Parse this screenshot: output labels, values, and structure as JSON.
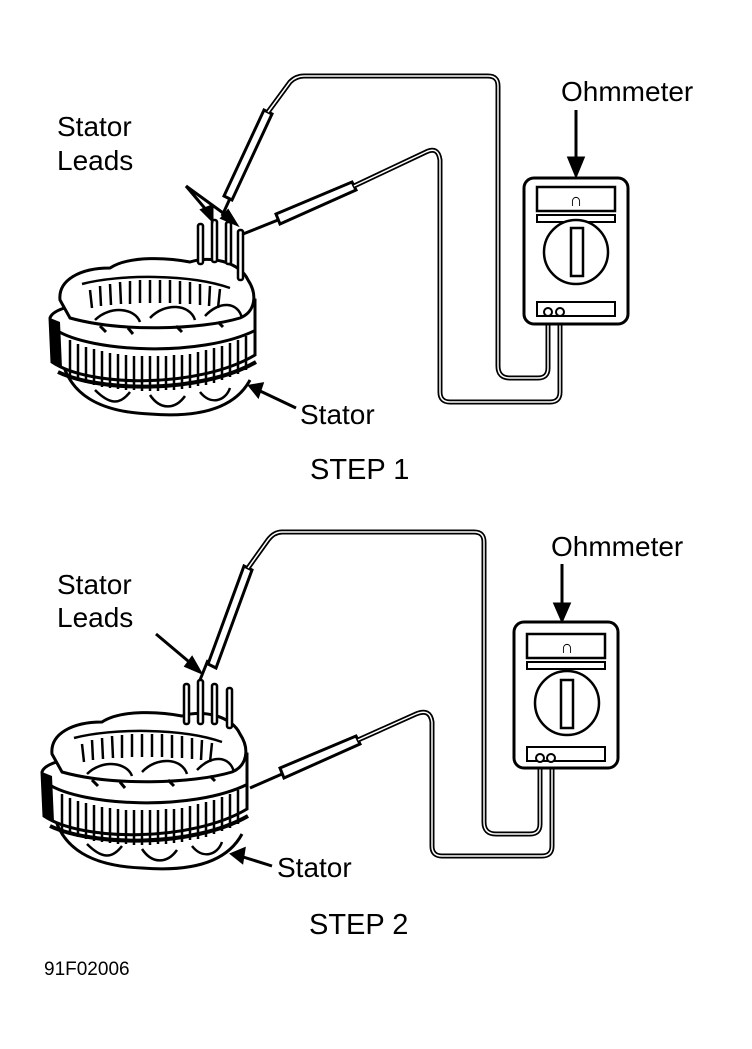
{
  "figure_code": "91F02006",
  "panels": [
    {
      "step_label": "STEP 1",
      "labels": {
        "stator_leads_line1": "Stator",
        "stator_leads_line2": "Leads",
        "stator": "Stator",
        "ohmmeter": "Ohmmeter"
      },
      "meter_symbol": "∩"
    },
    {
      "step_label": "STEP 2",
      "labels": {
        "stator_leads_line1": "Stator",
        "stator_leads_line2": "Leads",
        "stator": "Stator",
        "ohmmeter": "Ohmmeter"
      },
      "meter_symbol": "∩"
    }
  ],
  "colors": {
    "ink": "#000000",
    "paper": "#ffffff"
  }
}
